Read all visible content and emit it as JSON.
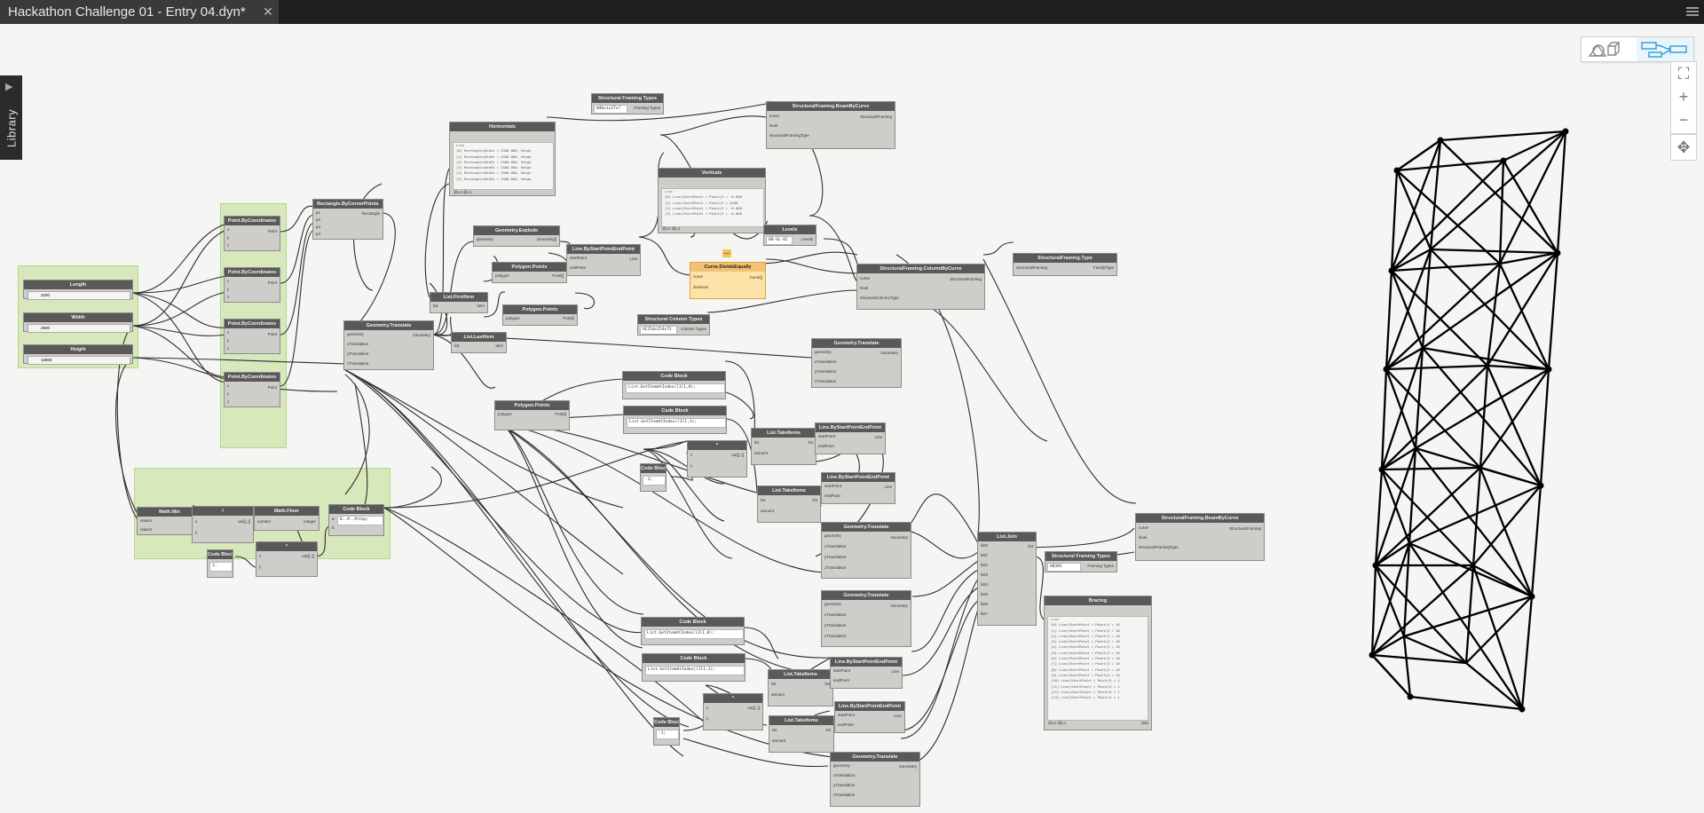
{
  "window": {
    "tab_title": "Hackathon Challenge 01 - Entry 04.dyn*",
    "close_glyph": "✕"
  },
  "library": {
    "label": "Library",
    "arrow": "▶"
  },
  "controls": {
    "zoom_in": "+",
    "zoom_out": "−",
    "fit": "⛶",
    "pan": "✥"
  },
  "colors": {
    "accent": "#2e9bd6",
    "group": "#d4e6b0",
    "node_header": "#595959",
    "selected": "#f3c173"
  },
  "nodes": {
    "length": {
      "title": "Length",
      "value": "2200"
    },
    "width": {
      "title": "Width",
      "value": "2500"
    },
    "height": {
      "title": "Height",
      "value": "12800"
    },
    "pbc1": {
      "title": "Point.ByCoordinates",
      "in": [
        "x",
        "y",
        "z"
      ],
      "out": "Point"
    },
    "pbc2": {
      "title": "Point.ByCoordinates",
      "in": [
        "x",
        "y",
        "z"
      ],
      "out": "Point"
    },
    "pbc3": {
      "title": "Point.ByCoordinates",
      "in": [
        "x",
        "y",
        "z"
      ],
      "out": "Point"
    },
    "pbc4": {
      "title": "Point.ByCoordinates",
      "in": [
        "x",
        "y",
        "z"
      ],
      "out": "Point"
    },
    "rect": {
      "title": "Rectangle.ByCornerPoints",
      "in": [
        "p1",
        "p2",
        "p3",
        "p4"
      ],
      "out": "Rectangle"
    },
    "gt1": {
      "title": "Geometry.Translate",
      "in": [
        "geometry",
        "xTranslation",
        "yTranslation",
        "zTranslation"
      ],
      "out": "Geometry"
    },
    "horizontals": {
      "title": "Horizontals",
      "rows": [
        "List",
        "[0] Rectangle(Width = 2500.000, Heigh",
        "[1] Rectangle(Width = 2500.000, Heigh",
        "[2] Rectangle(Width = 2500.000, Heigh",
        "[3] Rectangle(Width = 2500.000, Heigh",
        "[4] Rectangle(Width = 2500.000, Heigh",
        "[5] Rectangle(Width = 2500.000, Heigh"
      ],
      "footer": "@L2 @L1"
    },
    "explode": {
      "title": "Geometry.Explode",
      "in": [
        "geometry"
      ],
      "out": "Geometry[]"
    },
    "lfirst": {
      "title": "List.FirstItem",
      "in": [
        "list"
      ],
      "out": "item"
    },
    "llast": {
      "title": "List.LastItem",
      "in": [
        "list"
      ],
      "out": "item"
    },
    "pp1": {
      "title": "Polygon.Points",
      "in": [
        "polygon"
      ],
      "out": "Point[]"
    },
    "pp2": {
      "title": "Polygon.Points",
      "in": [
        "polygon"
      ],
      "out": "Point[]"
    },
    "pp3": {
      "title": "Polygon.Points",
      "in": [
        "polygon"
      ],
      "out": "Point[]"
    },
    "lsep1": {
      "title": "Line.ByStartPointEndPoint",
      "in": [
        "startPoint",
        "endPoint"
      ],
      "out": "Line"
    },
    "sft1": {
      "title": "Structural Framing Types",
      "value": "W40x1x27x7",
      "out": "Framing Types"
    },
    "beams1": {
      "title": "StructuralFraming.BeamByCurve",
      "in": [
        "curve",
        "level",
        "structuralFramingType"
      ],
      "out": "StructuralFraming"
    },
    "verticals": {
      "title": "Verticals",
      "rows": [
        "List",
        "[0] Line(StartPoint = Point(X = -6.000",
        "[1] Line(StartPoint = Point(X = 2200.",
        "[2] Line(StartPoint = Point(X = -6.000",
        "[3] Line(StartPoint = Point(X = -6.000"
      ],
      "footer": "@L2 @L1"
    },
    "levels": {
      "title": "Levels",
      "value": "00-GL-02",
      "out": "Levels"
    },
    "cde": {
      "title": "Curve.DivideEqually",
      "in": [
        "curve",
        "divisions"
      ],
      "out": "Curve[]",
      "badge": "—"
    },
    "columns": {
      "title": "StructuralFraming.ColumnByCurve",
      "in": [
        "curve",
        "level",
        "structuralColumnType"
      ],
      "out": "StructuralFraming"
    },
    "sftype": {
      "title": "StructuralFraming.Type",
      "in": [
        "structuralFraming"
      ],
      "out": "FamilyType"
    },
    "sct": {
      "title": "Structural Column Types",
      "value": "UC254x254x73",
      "out": "Column Types"
    },
    "gt2": {
      "title": "Geometry.Translate",
      "in": [
        "geometry",
        "xTranslation",
        "yTranslation",
        "zTranslation"
      ],
      "out": "Geometry"
    },
    "cb1": {
      "title": "Code Block",
      "code": "List.GetItemAtIndex(l1l1,0);"
    },
    "cb2": {
      "title": "Code Block",
      "code": "List.GetItemAtIndex(l1l1,1);"
    },
    "pp4": {
      "title": "Polygon.Points",
      "in": [
        "polygon"
      ],
      "out": "Point[]"
    },
    "mult1": {
      "title": "*",
      "in": [
        "x",
        "y"
      ],
      "out": "var[]..[]"
    },
    "cb3": {
      "title": "Code Block",
      "code": "-1;"
    },
    "lt1": {
      "title": "List.TakeItems",
      "in": [
        "list",
        "amount"
      ],
      "out": "list"
    },
    "lsep2": {
      "title": "Line.ByStartPointEndPoint",
      "in": [
        "startPoint",
        "endPoint"
      ],
      "out": "Line"
    },
    "lt2": {
      "title": "List.TakeItems",
      "in": [
        "list",
        "amount"
      ],
      "out": "list"
    },
    "lsep3": {
      "title": "Line.ByStartPointEndPoint",
      "in": [
        "startPoint",
        "endPoint"
      ],
      "out": "Line"
    },
    "gt3": {
      "title": "Geometry.Translate",
      "in": [
        "geometry",
        "xTranslation",
        "yTranslation",
        "zTranslation"
      ],
      "out": "Geometry"
    },
    "mmin": {
      "title": "Math.Min",
      "in": [
        "value1",
        "value2"
      ]
    },
    "div": {
      "title": "/",
      "in": [
        "x",
        "y"
      ],
      "out": "var[]..[]"
    },
    "mfloor": {
      "title": "Math.Floor",
      "in": [
        "number"
      ],
      "out": "integer"
    },
    "cb4": {
      "title": "Code Block",
      "code": "0..#..#step;",
      "in": [
        "a",
        "b"
      ]
    },
    "cb5": {
      "title": "Code Block",
      "code": "1;"
    },
    "mult2": {
      "title": "*",
      "in": [
        "x",
        "y"
      ],
      "out": "var[]..[]"
    },
    "ljoin": {
      "title": "List.Join",
      "in": [
        "list0",
        "list1",
        "list2",
        "list3",
        "list4",
        "list5",
        "list6",
        "list7"
      ],
      "out": "list"
    },
    "sft2": {
      "title": "Structural Framing Types",
      "value": "UB305",
      "out": "Framing Types"
    },
    "beams2": {
      "title": "StructuralFraming.BeamByCurve",
      "in": [
        "curve",
        "level",
        "structuralFramingType"
      ],
      "out": "StructuralFraming"
    },
    "bracing": {
      "title": "Bracing",
      "rows": [
        "List",
        "[0] Line(StartPoint = Point(X = 10",
        "[1] Line(StartPoint = Point(X = 10",
        "[2] Line(StartPoint = Point(X = 10",
        "[3] Line(StartPoint = Point(X = 10",
        "[4] Line(StartPoint = Point(X = 10",
        "[5] Line(StartPoint = Point(X = 10",
        "[6] Line(StartPoint = Point(X = 10",
        "[7] Line(StartPoint = Point(X = 10",
        "[8] Line(StartPoint = Point(X = 10",
        "[9] Line(StartPoint = Point(X = 10",
        "[10] Line(StartPoint = Point(X = 1",
        "[11] Line(StartPoint = Point(X = 1",
        "[12] Line(StartPoint = Point(X = 1",
        "[13] Line(StartPoint = Point(X = 1"
      ],
      "footer": "@L2 @L1",
      "count": "{56}"
    },
    "gt4": {
      "title": "Geometry.Translate",
      "in": [
        "geometry",
        "xTranslation",
        "yTranslation",
        "zTranslation"
      ],
      "out": "Geometry"
    },
    "cb6": {
      "title": "Code Block",
      "code": "List.GetItemAtIndex(l1l1,0);"
    },
    "cb7": {
      "title": "Code Block",
      "code": "List.GetItemAtIndex(l1l1,1);"
    },
    "lt3": {
      "title": "List.TakeItems",
      "in": [
        "list",
        "amount"
      ],
      "out": "list"
    },
    "lsep4": {
      "title": "Line.ByStartPointEndPoint",
      "in": [
        "startPoint",
        "endPoint"
      ],
      "out": "Line"
    },
    "mult3": {
      "title": "*",
      "in": [
        "x",
        "y"
      ],
      "out": "var[]..[]"
    },
    "cb8": {
      "title": "Code Block",
      "code": "-1;"
    },
    "lt4": {
      "title": "List.TakeItems",
      "in": [
        "list",
        "amount"
      ],
      "out": "list"
    },
    "lsep5": {
      "title": "Line.ByStartPointEndPoint",
      "in": [
        "startPoint",
        "endPoint"
      ],
      "out": "Line"
    },
    "gt5": {
      "title": "Geometry.Translate",
      "in": [
        "geometry",
        "xTranslation",
        "yTranslation",
        "zTranslation"
      ],
      "out": "Geometry"
    }
  }
}
